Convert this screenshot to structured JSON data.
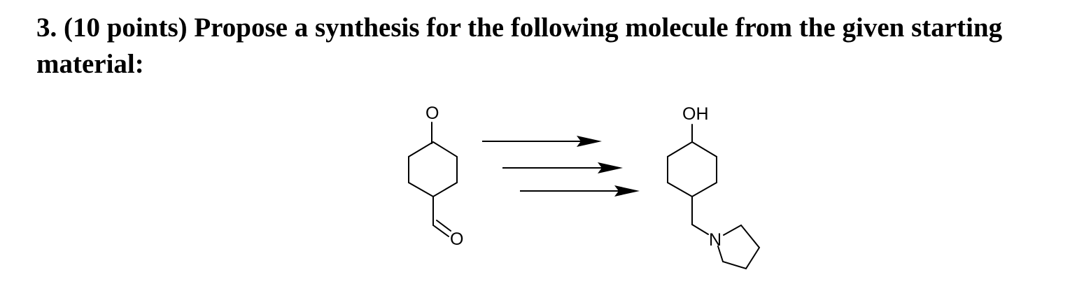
{
  "question": {
    "text": "3. (10 points) Propose a synthesis for the following molecule from the given starting material:"
  },
  "starting_material": {
    "ketone_oxygen": "O",
    "aldehyde_oxygen": "O"
  },
  "product": {
    "hydroxyl": "OH",
    "nitrogen": "N"
  },
  "colors": {
    "ink": "#000000",
    "background": "#ffffff"
  }
}
